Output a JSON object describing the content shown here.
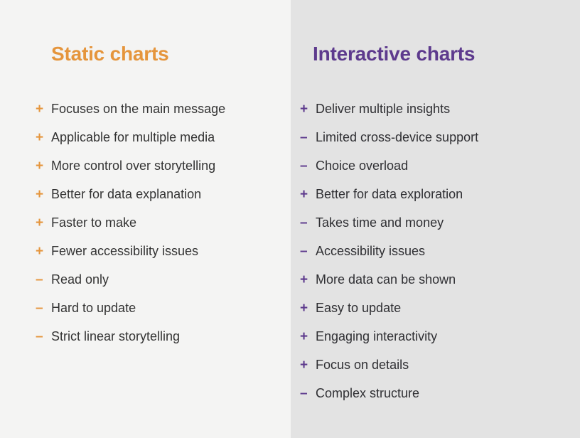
{
  "columns": [
    {
      "id": "static",
      "heading": "Static charts",
      "accent_color": "#e5953c",
      "background_color": "#f4f4f3",
      "items": [
        {
          "sign": "+",
          "label": "Focuses on the main message"
        },
        {
          "sign": "+",
          "label": "Applicable for multiple media"
        },
        {
          "sign": "+",
          "label": "More control over storytelling"
        },
        {
          "sign": "+",
          "label": "Better for data explanation"
        },
        {
          "sign": "+",
          "label": "Faster to make"
        },
        {
          "sign": "+",
          "label": "Fewer accessibility issues"
        },
        {
          "sign": "–",
          "label": "Read only"
        },
        {
          "sign": "–",
          "label": "Hard to update"
        },
        {
          "sign": "–",
          "label": "Strict linear storytelling"
        }
      ]
    },
    {
      "id": "interactive",
      "heading": "Interactive charts",
      "accent_color": "#5d3a8d",
      "background_color": "#e3e3e3",
      "items": [
        {
          "sign": "+",
          "label": "Deliver multiple insights"
        },
        {
          "sign": "–",
          "label": "Limited cross-device support"
        },
        {
          "sign": "–",
          "label": "Choice overload"
        },
        {
          "sign": "+",
          "label": "Better for data exploration"
        },
        {
          "sign": "–",
          "label": "Takes time and money"
        },
        {
          "sign": "–",
          "label": "Accessibility issues"
        },
        {
          "sign": "+",
          "label": "More data can be shown"
        },
        {
          "sign": "+",
          "label": "Easy to update"
        },
        {
          "sign": "+",
          "label": "Engaging interactivity"
        },
        {
          "sign": "+",
          "label": "Focus on details"
        },
        {
          "sign": "–",
          "label": "Complex structure"
        }
      ]
    }
  ]
}
